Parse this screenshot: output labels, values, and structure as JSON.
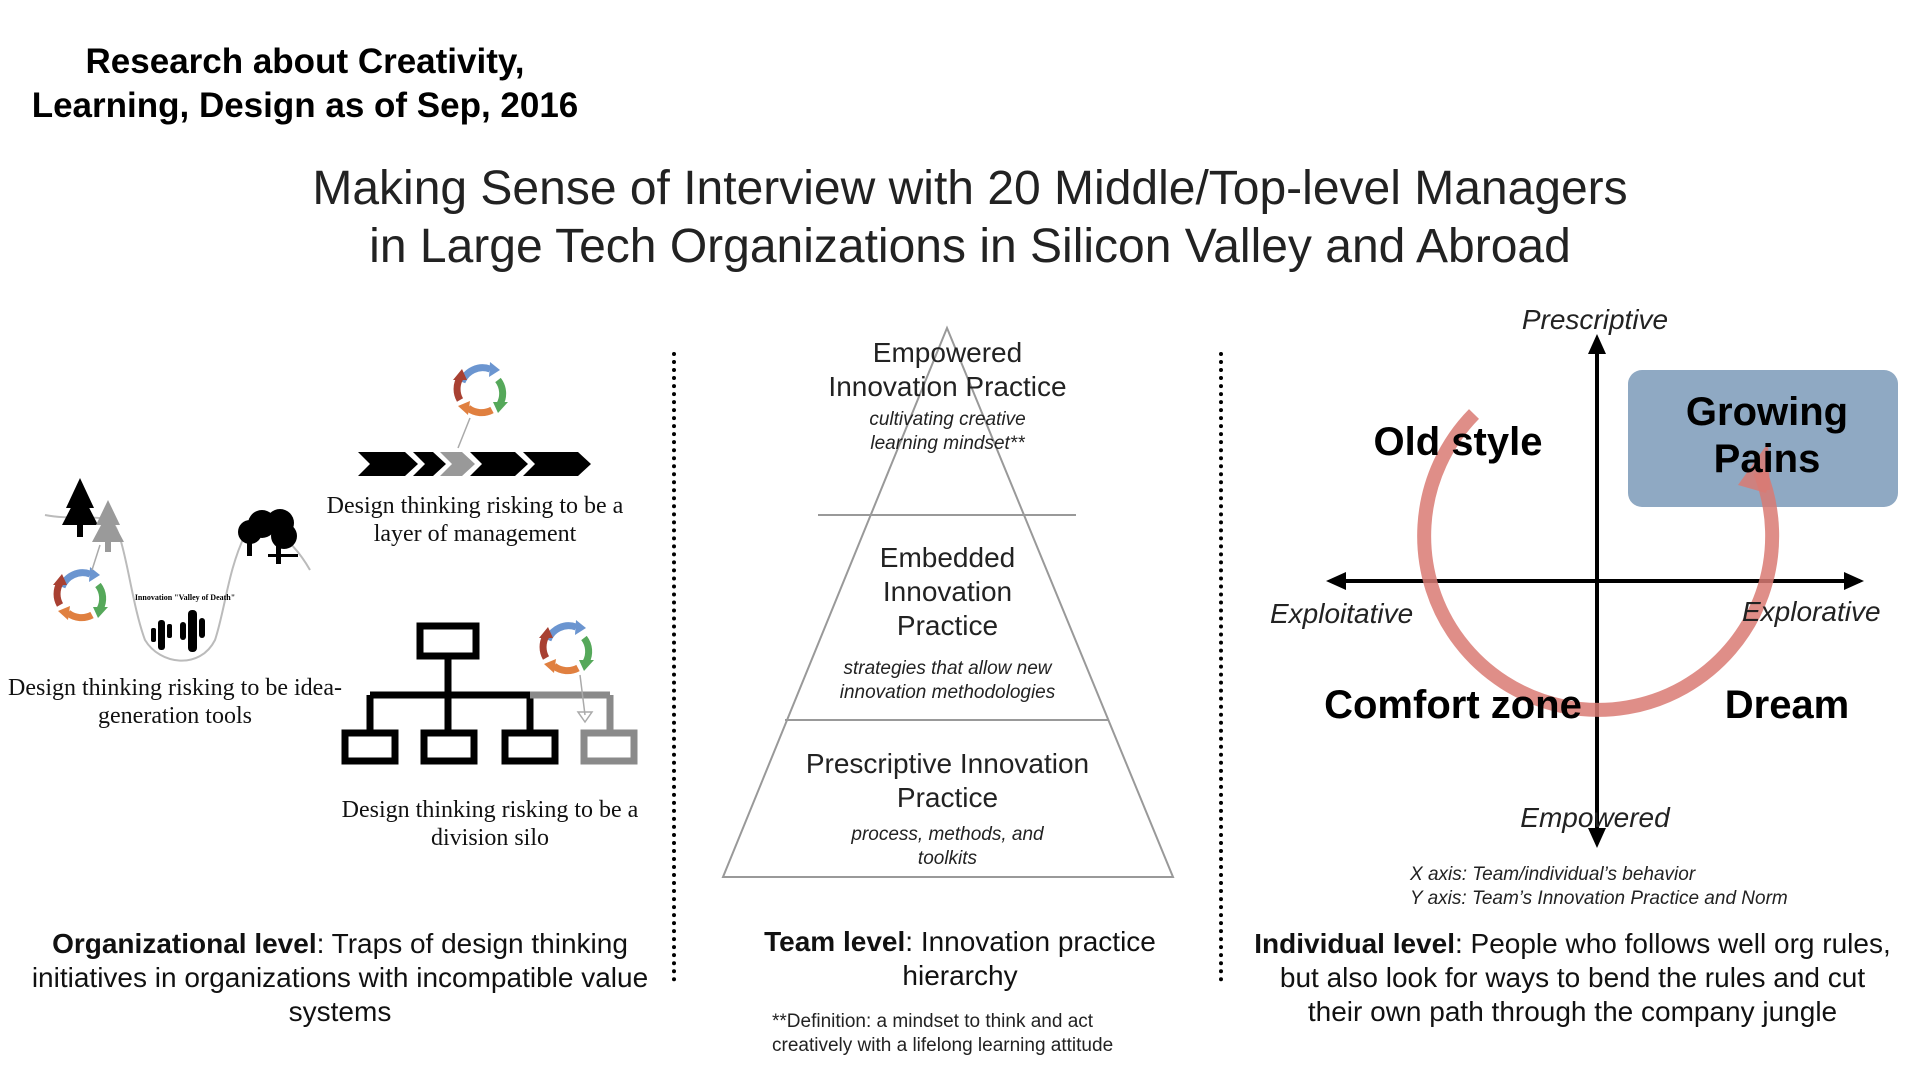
{
  "corner_title": {
    "line1": "Research about Creativity,",
    "line2": "Learning, Design as of Sep, 2016"
  },
  "main_title": {
    "line1": "Making Sense of Interview with 20 Middle/Top-level Managers",
    "line2": "in Large Tech Organizations in Silicon Valley and Abroad"
  },
  "left": {
    "valley_label": "Innovation \"Valley of Death\"",
    "caption_idea": "Design thinking risking to be idea-generation tools",
    "caption_layer": "Design thinking risking to be a layer of management",
    "caption_silo": "Design thinking risking to be a division silo",
    "bottom_bold": "Organizational level",
    "bottom_rest": ": Traps of design thinking initiatives in organizations with incompatible value systems"
  },
  "center": {
    "tiers": [
      {
        "title": "Empowered Innovation Practice",
        "subtitle": "cultivating creative learning mindset**"
      },
      {
        "title": "Embedded Innovation Practice",
        "subtitle": "strategies that allow new innovation methodologies"
      },
      {
        "title": "Prescriptive Innovation Practice",
        "subtitle": "process, methods, and toolkits"
      }
    ],
    "bottom_bold": "Team level",
    "bottom_rest": ": Innovation practice hierarchy",
    "definition": "**Definition: a mindset to think and act creatively with a lifelong learning attitude"
  },
  "right": {
    "axis_top": "Prescriptive",
    "axis_bottom": "Empowered",
    "axis_left": "Exploitative",
    "axis_right": "Explorative",
    "quadrants": {
      "top_left": "Old style",
      "top_right": "Growing Pains",
      "bottom_left": "Comfort zone",
      "bottom_right": "Dream"
    },
    "note_x": "X axis: Team/individual’s behavior",
    "note_y": "Y axis: Team’s Innovation Practice and Norm",
    "bottom_bold": "Individual level",
    "bottom_rest": ": People who follows well org rules, but also look for ways to bend the rules and cut their own path through the company jungle"
  },
  "colors": {
    "cycle_arrow": "#d97a73",
    "growing_pains_box": "#8fa9c3",
    "cycle_blue": "#6b95d0",
    "cycle_green": "#55a85a",
    "cycle_orange": "#e08040",
    "cycle_red": "#a84032",
    "silo_gray": "#8a8a8a"
  }
}
